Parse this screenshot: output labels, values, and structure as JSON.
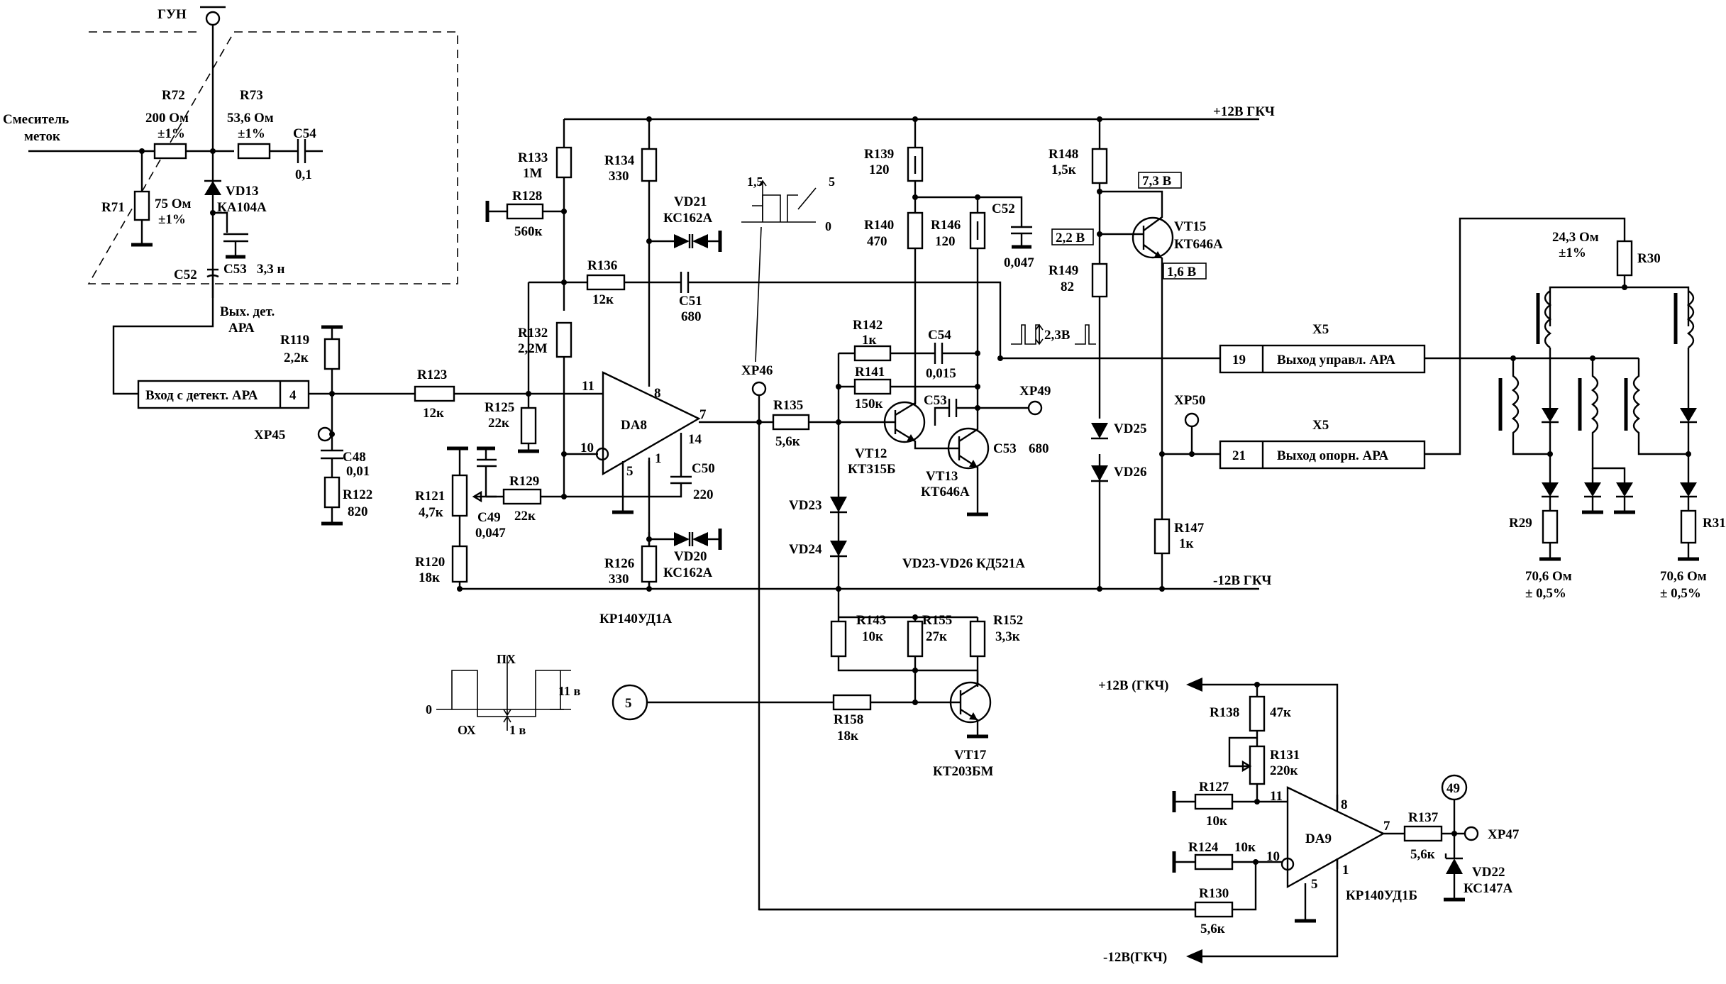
{
  "signals": {
    "gun": "ГУН",
    "mixer_line1": "Смеситель",
    "mixer_line2": "меток",
    "vcc": "+12В ГКЧ",
    "vee": "-12В ГКЧ",
    "vcc_left": "+12В (ГКЧ)",
    "vee_left": "-12В(ГКЧ)",
    "det_out_line1": "Вых. дет.",
    "det_out_line2": "АРА",
    "x5a": "X5",
    "x5b": "X5"
  },
  "boxes": {
    "in_det": "Вход с детект. АРА",
    "in_det_pin": "4",
    "out_ctrl": "Выход управл. АРА",
    "out_ctrl_pin": "19",
    "out_ref": "Выход опорн. АРА",
    "out_ref_pin": "21"
  },
  "components": {
    "R72": "R72",
    "R72v": "200 Ом",
    "R72t": "±1%",
    "R73": "R73",
    "R73v": "53,6 Ом",
    "R73t": "±1%",
    "C54a": "C54",
    "C54av": "0,1",
    "R71": "R71",
    "R71v": "75 Ом",
    "R71t": "±1%",
    "VD13": "VD13",
    "VD13t": "КА104А",
    "C53a": "C53",
    "C53av": "3,3 н",
    "C52a": "C52",
    "R119": "R119",
    "R119v": "2,2к",
    "XP45": "XP45",
    "C48": "C48",
    "C48v": "0,01",
    "R122": "R122",
    "R122v": "820",
    "R123": "R123",
    "R123v": "12к",
    "R133": "R133",
    "R133v": "1М",
    "R128": "R128",
    "R128v": "560к",
    "R134": "R134",
    "R134v": "330",
    "VD21": "VD21",
    "VD21t": "КС162А",
    "R136": "R136",
    "R136v": "12к",
    "C51": "C51",
    "C51v": "680",
    "R132": "R132",
    "R132v": "2,2М",
    "R125": "R125",
    "R125v": "22к",
    "DA8": "DA8",
    "DA8p11": "11",
    "DA8p10": "10",
    "DA8p8": "8",
    "DA8p7": "7",
    "DA8p14": "14",
    "DA8p5": "5",
    "DA8p1": "1",
    "C50": "C50",
    "C50v": "220",
    "R121": "R121",
    "R121v": "4,7к",
    "R129": "R129",
    "R129v": "22к",
    "C49": "C49",
    "C49v": "0,047",
    "R120": "R120",
    "R120v": "18к",
    "R126": "R126",
    "R126v": "330",
    "VD20": "VD20",
    "VD20t": "КС162А",
    "DA8t": "КР140УД1А",
    "XP46": "XP46",
    "R135": "R135",
    "R135v": "5,6к",
    "R139": "R139",
    "R139v": "120",
    "R140": "R140",
    "R140v": "470",
    "R146": "R146",
    "R146v": "120",
    "C52b": "C52",
    "C52bv": "0,047",
    "R142": "R142",
    "R142v": "1к",
    "C54b": "C54",
    "C54bv": "0,015",
    "R141": "R141",
    "R141v": "150к",
    "C53b": "C53",
    "XP49": "XP49",
    "VT12": "VT12",
    "VT12t": "КТ315Б",
    "VT13": "VT13",
    "VT13t": "КТ646А",
    "C53c": "C53",
    "C53cv": "680",
    "VD23": "VD23",
    "VD24": "VD24",
    "VDnote": "VD23-VD26  КД521А",
    "R148": "R148",
    "R148v": "1,5к",
    "V73": "7,3 В",
    "V22": "2,2 В",
    "V16": "1,6 В",
    "VT15": "VT15",
    "VT15t": "КТ646А",
    "R149": "R149",
    "R149v": "82",
    "pulse23": "2,3В",
    "VD25": "VD25",
    "VD26": "VD26",
    "XP50": "XP50",
    "R147": "R147",
    "R147v": "1к",
    "R143": "R143",
    "R143v": "10к",
    "R155": "R155",
    "R155v": "27к",
    "R152": "R152",
    "R152v": "3,3к",
    "R158": "R158",
    "R158v": "18к",
    "VT17": "VT17",
    "VT17t": "КТ203БМ",
    "node5": "5",
    "wf_px": "ПХ",
    "wf_ox": "ОХ",
    "wf_0": "0",
    "wf_11": "11 в",
    "wf_1": "1 в",
    "wf2_15": "1,5",
    "wf2_5": "5",
    "wf2_0": "0",
    "R30": "R30",
    "R30v": "24,3 Ом",
    "R30t": "±1%",
    "R29": "R29",
    "R29v": "70,6 Ом",
    "R29t": "± 0,5%",
    "R31": "R31",
    "R31v": "70,6 Ом",
    "R31t": "± 0,5%",
    "R138": "R138",
    "R138v": "47к",
    "R131": "R131",
    "R131v": "220к",
    "R127": "R127",
    "R127v": "10к",
    "R124": "R124",
    "R124v": "10к",
    "R130": "R130",
    "R130v": "5,6к",
    "DA9": "DA9",
    "DA9p11": "11",
    "DA9p10": "10",
    "DA9p8": "8",
    "DA9p7": "7",
    "DA9p5": "5",
    "DA9p1": "1",
    "DA9t": "КР140УД1Б",
    "R137": "R137",
    "R137v": "5,6к",
    "node49": "49",
    "XP47": "XP47",
    "VD22": "VD22",
    "VD22t": "КС147А"
  }
}
